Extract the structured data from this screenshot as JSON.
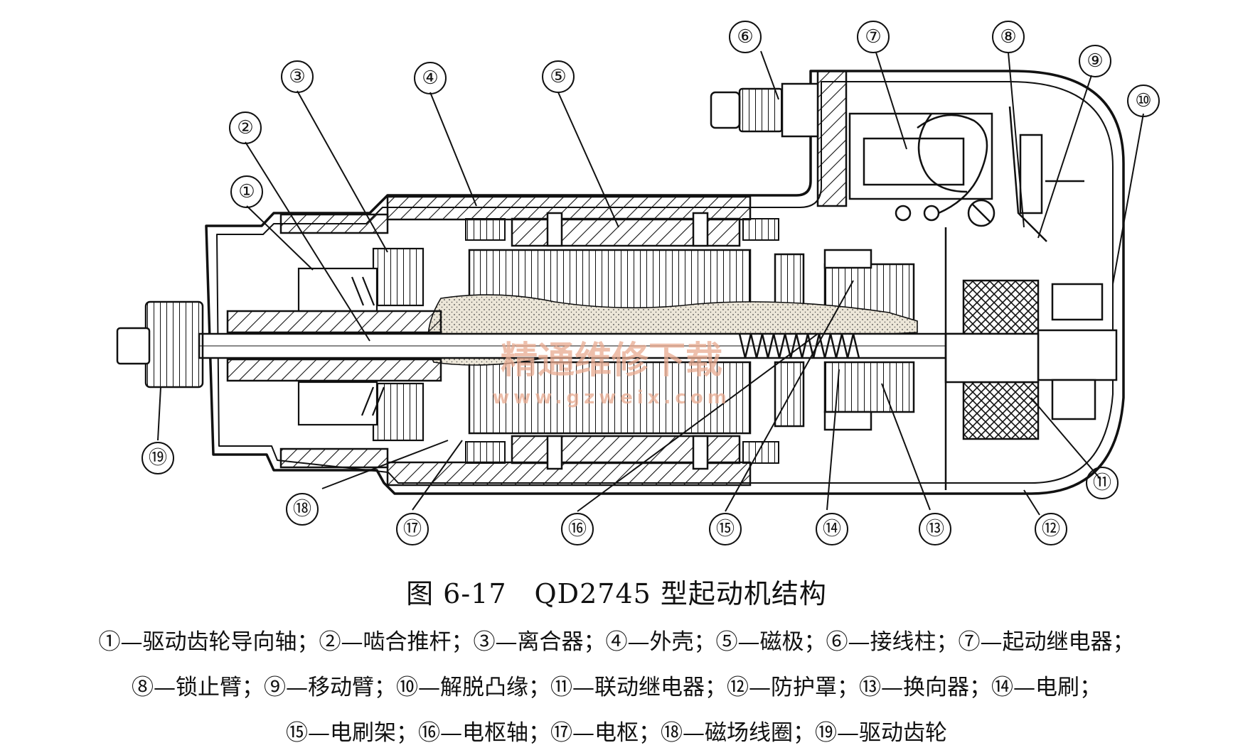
{
  "callouts": [
    {
      "label": "①"
    },
    {
      "label": "②"
    },
    {
      "label": "③"
    },
    {
      "label": "④"
    },
    {
      "label": "⑤"
    },
    {
      "label": "⑥"
    },
    {
      "label": "⑦"
    },
    {
      "label": "⑧"
    },
    {
      "label": "⑨"
    },
    {
      "label": "⑩"
    },
    {
      "label": "⑪"
    },
    {
      "label": "⑫"
    },
    {
      "label": "⑬"
    },
    {
      "label": "⑭"
    },
    {
      "label": "⑮"
    },
    {
      "label": "⑯"
    },
    {
      "label": "⑰"
    },
    {
      "label": "⑱"
    },
    {
      "label": "⑲"
    }
  ],
  "watermark": {
    "text": "精通维修下载",
    "url": "www.gzweix.com",
    "color": "#e8a98f"
  },
  "caption": "图 6-17　QD2745 型起动机结构",
  "legend": {
    "line1": "①—驱动齿轮导向轴；②—啮合推杆；③—离合器；④—外壳；⑤—磁极；⑥—接线柱；⑦—起动继电器；",
    "line2": "⑧—锁止臂；⑨—移动臂；⑩—解脱凸缘；⑪—联动继电器；⑫—防护罩；⑬—换向器；⑭—电刷；",
    "line3": "⑮—电刷架；⑯—电枢轴；⑰—电枢；⑱—磁场线圈；⑲—驱动齿轮"
  },
  "colors": {
    "ink": "#111111",
    "sand": "#d9d2c4"
  }
}
